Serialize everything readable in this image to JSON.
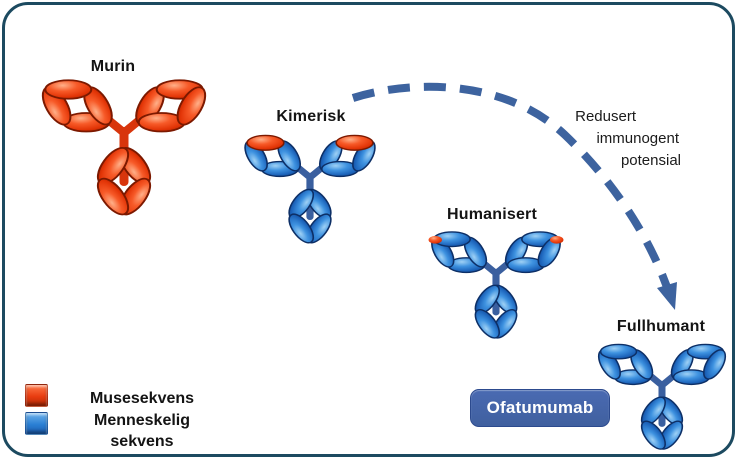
{
  "diagram": {
    "title_hint": "antibody humanization stages",
    "stages": [
      {
        "id": "murin",
        "label": "Murin",
        "variant": "mouse"
      },
      {
        "id": "kimerisk",
        "label": "Kimerisk",
        "variant": "chimeric"
      },
      {
        "id": "humanisert",
        "label": "Humanisert",
        "variant": "humanized"
      },
      {
        "id": "fullhumant",
        "label": "Fullhumant",
        "variant": "fully-human"
      }
    ],
    "arrow_label": {
      "line1": "Redusert",
      "line2": "immunogent",
      "line3": "potensial"
    },
    "badge": {
      "label": "Ofatumumab"
    },
    "legend": {
      "items": [
        {
          "label": "Musesekvens",
          "color": "#e83c10",
          "meaning": "mouse-sequence"
        },
        {
          "label": "Menneskelig\nsekvens",
          "color": "#2a7fd4",
          "meaning": "human-sequence"
        }
      ]
    },
    "colors": {
      "mouse": "#e83c10",
      "human": "#2a7fd4",
      "mouse_hinge": "#d8350c",
      "human_hinge": "#3a5f9f",
      "arrow": "#3d639f",
      "frame": "#1c4a60",
      "badge_bg": "#40609f",
      "badge_bg_light": "#4a6ab2"
    }
  }
}
